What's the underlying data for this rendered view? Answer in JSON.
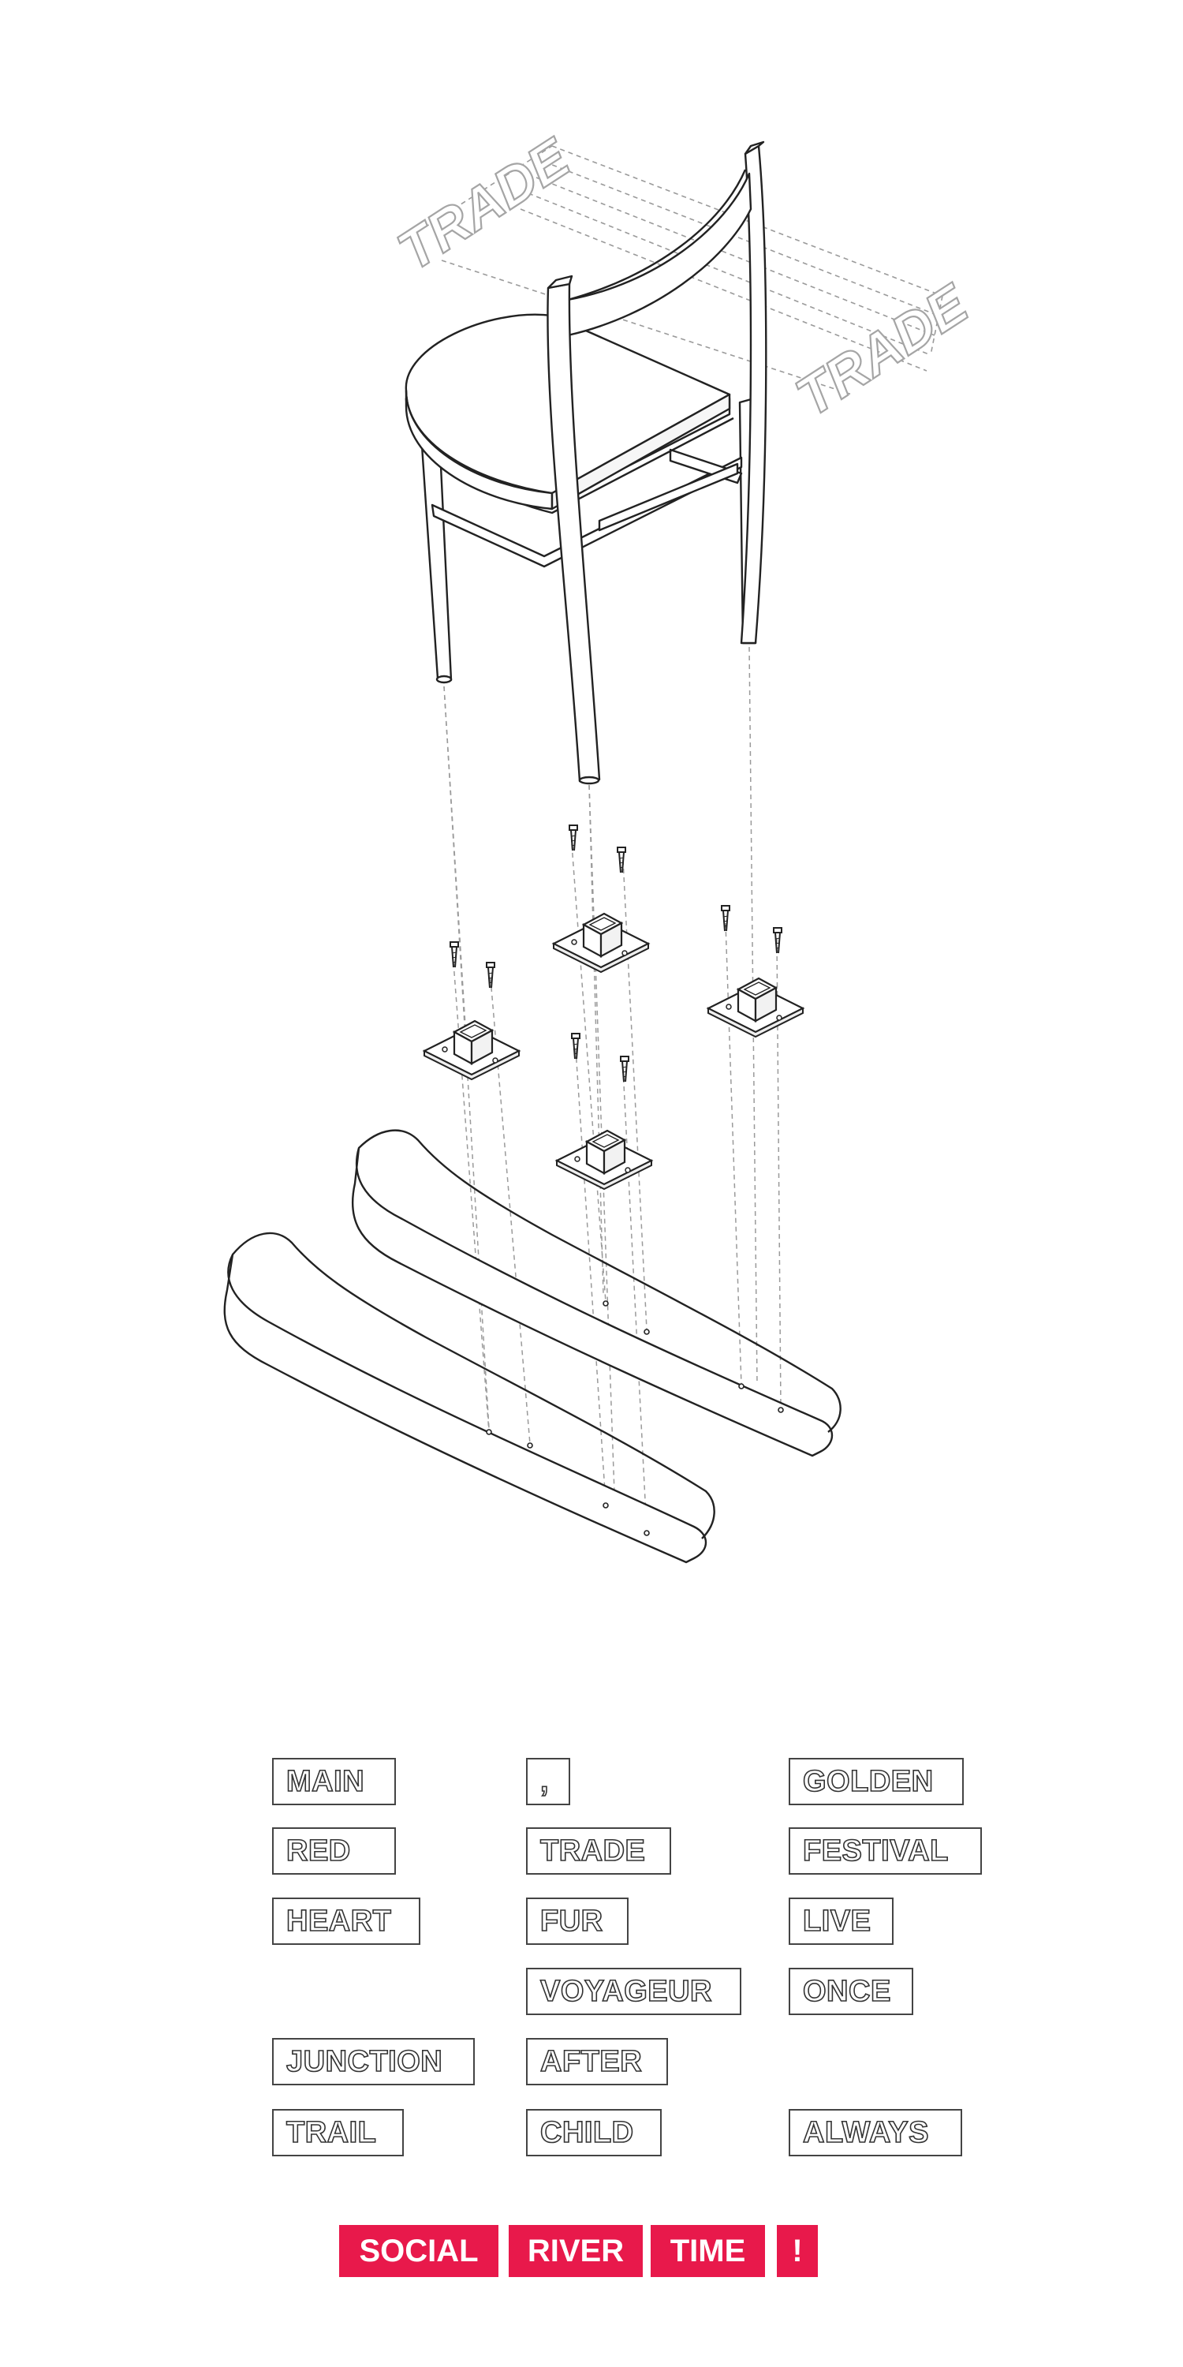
{
  "illustration": {
    "label_left": "TRADE",
    "label_right": "TRADE",
    "stroke_color": "#222222",
    "dash_color": "#9a9a9a"
  },
  "word_grid": {
    "col1": [
      "MAIN",
      "RED",
      "HEART",
      "JUNCTION",
      "TRAIL"
    ],
    "col2": [
      ",",
      "TRADE",
      "FUR",
      "VOYAGEUR",
      "AFTER",
      "CHILD"
    ],
    "col3": [
      "GOLDEN",
      "FESTIVAL",
      "LIVE",
      "ONCE",
      "ALWAYS"
    ]
  },
  "slogan": {
    "words": [
      "SOCIAL",
      "RIVER",
      "TIME",
      "!"
    ],
    "color": "#e8194b"
  }
}
